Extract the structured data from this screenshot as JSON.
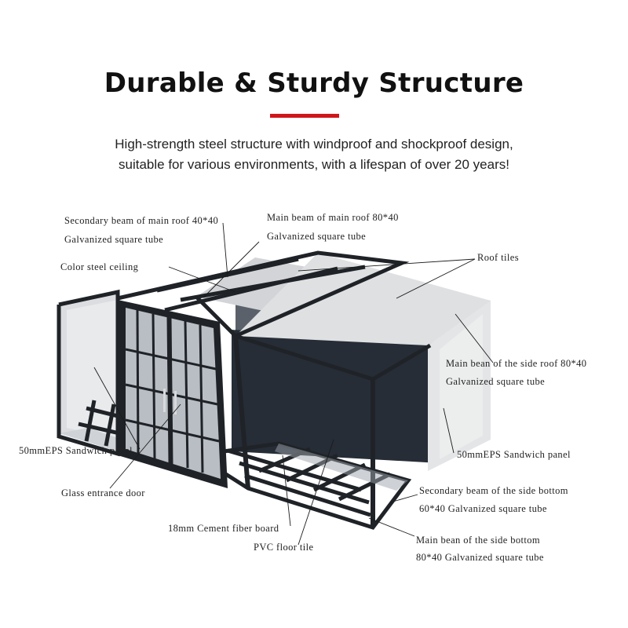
{
  "header": {
    "title": "Durable & Sturdy Structure",
    "subtitle_line1": "High-strength steel structure with windproof and shockproof design,",
    "subtitle_line2": "suitable for various environments, with a lifespan of over 20 years!"
  },
  "colors": {
    "accent": "#d0161b",
    "frame": "#1f2328",
    "interior": "#2a3340",
    "roof": "#cfd1d4",
    "panel": "#e2e3e5"
  },
  "labels": {
    "secondary_beam_main_roof": {
      "line1": "Secondary beam of main roof 40*40",
      "line2": "Galvanized square tube"
    },
    "main_beam_main_roof": {
      "line1": "Main beam of main roof 80*40",
      "line2": "Galvanized square tube"
    },
    "color_steel_ceiling": "Color steel ceiling",
    "roof_tiles": "Roof tiles",
    "main_beam_side_roof": {
      "line1": "Main bean of the side roof 80*40",
      "line2": "Galvanized square tube"
    },
    "eps_panel_left": "50mmEPS Sandwich panel",
    "eps_panel_right": "50mmEPS Sandwich panel",
    "glass_entrance_door": "Glass entrance door",
    "secondary_beam_side_bottom": {
      "line1": "Secondary beam of the side bottom",
      "line2": "60*40 Galvanized square tube"
    },
    "cement_fiber_board": "18mm Cement fiber board",
    "pvc_floor_tile": "PVC floor tile",
    "main_beam_side_bottom": {
      "line1": "Main bean of the side bottom",
      "line2": "80*40 Galvanized square tube"
    }
  }
}
